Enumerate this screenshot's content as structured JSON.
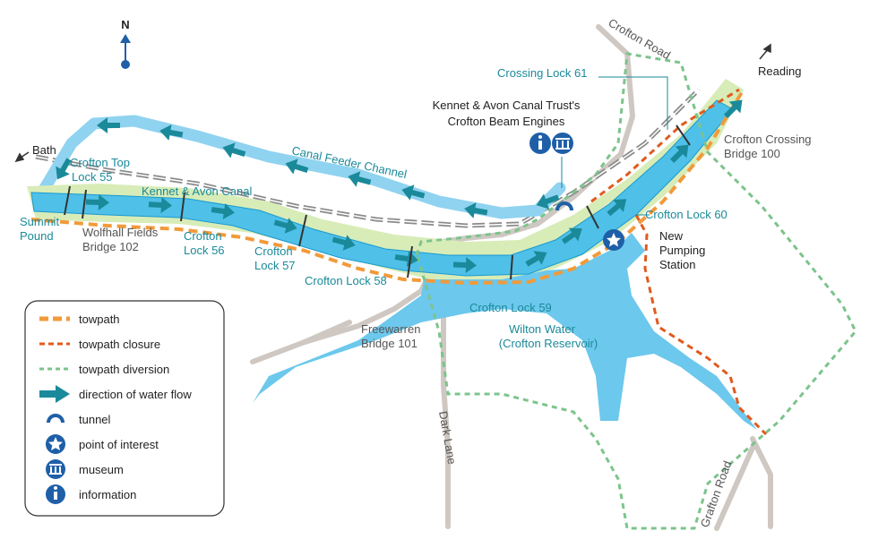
{
  "colors": {
    "canal": "#4fc0e8",
    "canal_edge": "#1a9ad0",
    "water": "#6cc8ec",
    "towpath_bank": "#d8ecb8",
    "towpath": "#f29a3a",
    "closure": "#e05a1e",
    "diversion": "#7cc48c",
    "flow_arrow": "#1a8a9a",
    "road": "#cfc8c2",
    "rail": "#8a8a8a",
    "poi": "#1f5fa8",
    "label_teal": "#1a8a9a"
  },
  "compass": {
    "label": "N"
  },
  "directions": {
    "bath": "Bath",
    "reading": "Reading"
  },
  "labels": {
    "summit_pound": [
      "Summit",
      "Pound"
    ],
    "crofton_top_lock": [
      "Crofton Top",
      "Lock 55"
    ],
    "wolfhall_bridge": [
      "Wolfhall Fields",
      "Bridge 102"
    ],
    "kennet_avon_canal": "Kennet & Avon Canal",
    "canal_feeder": "Canal Feeder Channel",
    "crofton_lock_56": [
      "Crofton",
      "Lock 56"
    ],
    "crofton_lock_57": [
      "Crofton",
      "Lock 57"
    ],
    "crofton_lock_58": "Crofton Lock 58",
    "freewarren_bridge": [
      "Freewarren",
      "Bridge 101"
    ],
    "crofton_lock_59": "Crofton Lock 59",
    "wilton_water": [
      "Wilton Water",
      "(Crofton Reservoir)"
    ],
    "crofton_lock_60": "Crofton Lock 60",
    "new_pumping_station": [
      "New",
      "Pumping",
      "Station"
    ],
    "crossing_lock_61": "Crossing Lock 61",
    "beam_engines": [
      "Kennet & Avon Canal Trust's",
      "Crofton Beam Engines"
    ],
    "crofton_crossing_bridge": [
      "Crofton Crossing",
      "Bridge 100"
    ],
    "crofton_road": "Crofton Road",
    "dark_lane": "Dark Lane",
    "grafton_road": "Grafton Road"
  },
  "legend": {
    "items": [
      {
        "key": "towpath",
        "label": "towpath"
      },
      {
        "key": "closure",
        "label": "towpath closure"
      },
      {
        "key": "diversion",
        "label": "towpath diversion"
      },
      {
        "key": "flow",
        "label": "direction of water flow"
      },
      {
        "key": "tunnel",
        "label": "tunnel"
      },
      {
        "key": "poi",
        "label": "point of interest"
      },
      {
        "key": "museum",
        "label": "museum"
      },
      {
        "key": "info",
        "label": "information"
      }
    ]
  }
}
